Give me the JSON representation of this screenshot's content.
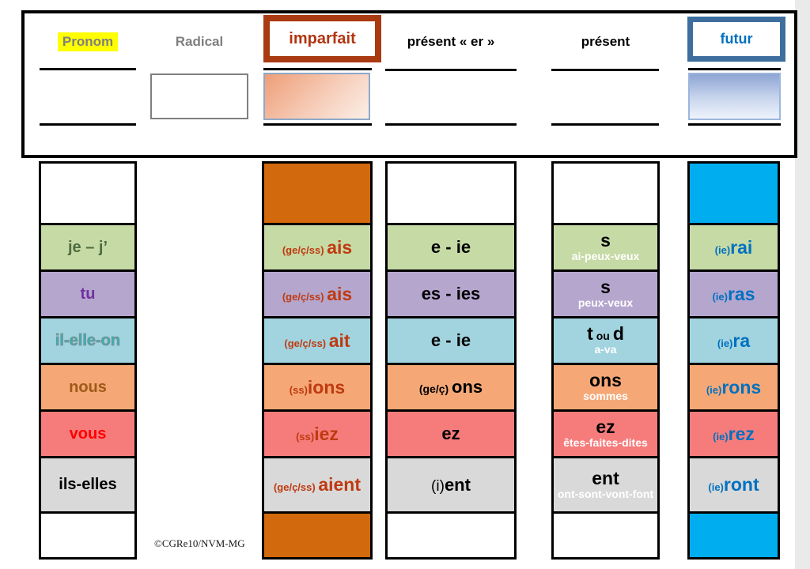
{
  "header": {
    "pronom_label": "Pronom",
    "radical_label": "Radical",
    "imparfait_label": "imparfait",
    "present_er_label": "présent « er »",
    "present_label": "présent",
    "futur_label": "futur"
  },
  "pronoun_col": {
    "rows": [
      {
        "text": "je – j’"
      },
      {
        "text": "tu"
      },
      {
        "text": "il-elle-on"
      },
      {
        "text": "nous"
      },
      {
        "text": "vous"
      },
      {
        "text": "ils-elles"
      }
    ]
  },
  "imparfait_col": {
    "rows": [
      {
        "prefix": "(ge/ç/ss) ",
        "ending": "ais"
      },
      {
        "prefix": "(ge/ç/ss) ",
        "ending": "ais"
      },
      {
        "prefix": "(ge/ç/ss) ",
        "ending": "ait"
      },
      {
        "prefix": "(ss)",
        "ending": "ions"
      },
      {
        "prefix": "(ss)",
        "ending": "iez"
      },
      {
        "prefix": "(ge/ç/ss) ",
        "ending": "aient"
      }
    ]
  },
  "present_er_col": {
    "rows": [
      {
        "prefix": "",
        "ending": "e - ie"
      },
      {
        "prefix": "",
        "ending": "es - ies"
      },
      {
        "prefix": "",
        "ending": "e - ie"
      },
      {
        "prefix": "(ge/ç) ",
        "ending": "ons"
      },
      {
        "prefix": "",
        "ending": "ez"
      },
      {
        "prefix": "(i)",
        "ending": "ent"
      }
    ]
  },
  "present_col": {
    "rows": [
      {
        "main": "s",
        "sub": "ai-peux-veux"
      },
      {
        "main": "s",
        "sub": "peux-veux"
      },
      {
        "main_a": "t",
        "conj": "ou",
        "main_b": "d",
        "sub": "a-va"
      },
      {
        "main": "ons",
        "sub": "sommes"
      },
      {
        "main": "ez",
        "sub": "êtes-faites-dites"
      },
      {
        "main": "ent",
        "sub": "ont-sont-vont-font"
      }
    ]
  },
  "futur_col": {
    "rows": [
      {
        "prefix": "(ie)",
        "ending": "rai"
      },
      {
        "prefix": "(ie)",
        "ending": "ras"
      },
      {
        "prefix": "(ie)",
        "ending": "ra"
      },
      {
        "prefix": "(ie)",
        "ending": "rons"
      },
      {
        "prefix": "(ie)",
        "ending": "rez"
      },
      {
        "prefix": "(ie)",
        "ending": "ront"
      }
    ]
  },
  "footer": {
    "copyright": "©CGRe10/NVM-MG"
  },
  "colors": {
    "highlight_yellow": "#FFFF00",
    "muted_gray_text": "#7F7F7F",
    "imparfait_red": "#A93A12",
    "ending_red": "#BF3A10",
    "futur_blue": "#0070C0",
    "futur_border_blue": "#3D6E9E",
    "cyan_fill": "#00AEEF",
    "orange_fill": "#D2690C",
    "row_green": "#C6DAA5",
    "row_purple": "#B5A6CE",
    "row_blue": "#A2D4DF",
    "row_orange": "#F5A876",
    "row_red": "#F67C7C",
    "row_gray": "#D9D9D9",
    "pronoun_je_green": "#4F6B3F",
    "pronoun_tu_purple": "#7030A0",
    "pronoun_il_teal": "#2FB4BC",
    "pronoun_nous_brown": "#9E5B16",
    "pronoun_vous_red": "#FF0000"
  }
}
